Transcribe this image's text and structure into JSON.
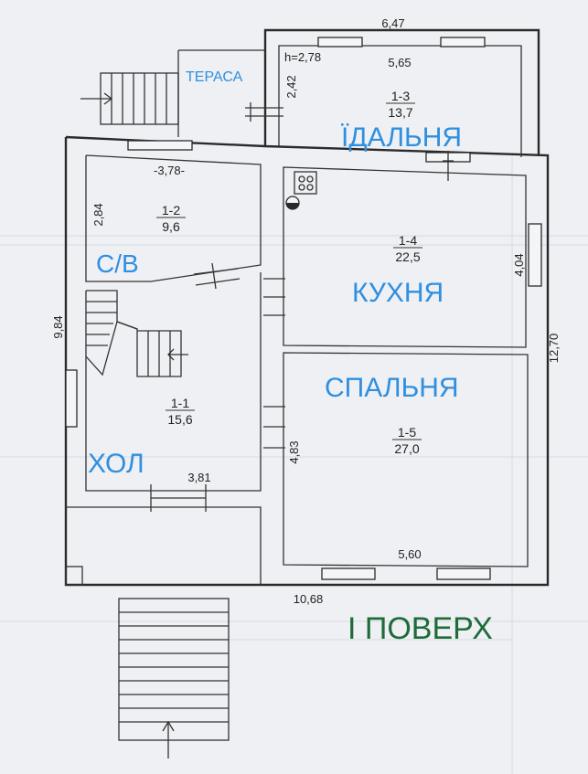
{
  "floor_title": "І ПОВЕРХ",
  "labels": {
    "terrace": "ТЕРАСА",
    "dining": "ЇДАЛЬНЯ",
    "wc": "С/В",
    "kitchen": "КУХНЯ",
    "bedroom": "СПАЛЬНЯ",
    "hall": "ХОЛ"
  },
  "rooms": {
    "r12": {
      "id": "1-2",
      "area": "9,6"
    },
    "r13": {
      "id": "1-3",
      "area": "13,7"
    },
    "r14": {
      "id": "1-4",
      "area": "22,5"
    },
    "r11": {
      "id": "1-1",
      "area": "15,6"
    },
    "r15": {
      "id": "1-5",
      "area": "27,0"
    }
  },
  "dimensions": {
    "top_width": "6,47",
    "dining_height": "h=2,78",
    "dining_inner_width": "5,65",
    "dining_depth": "2,42",
    "wc_width": "-3,78-",
    "wc_depth": "2,84",
    "kitchen_depth": "4,04",
    "left_length": "9,84",
    "right_length": "12,70",
    "bedroom_depth": "4,83",
    "hall_width": "3,81",
    "bedroom_width": "5,60",
    "bottom_width": "10,68"
  }
}
